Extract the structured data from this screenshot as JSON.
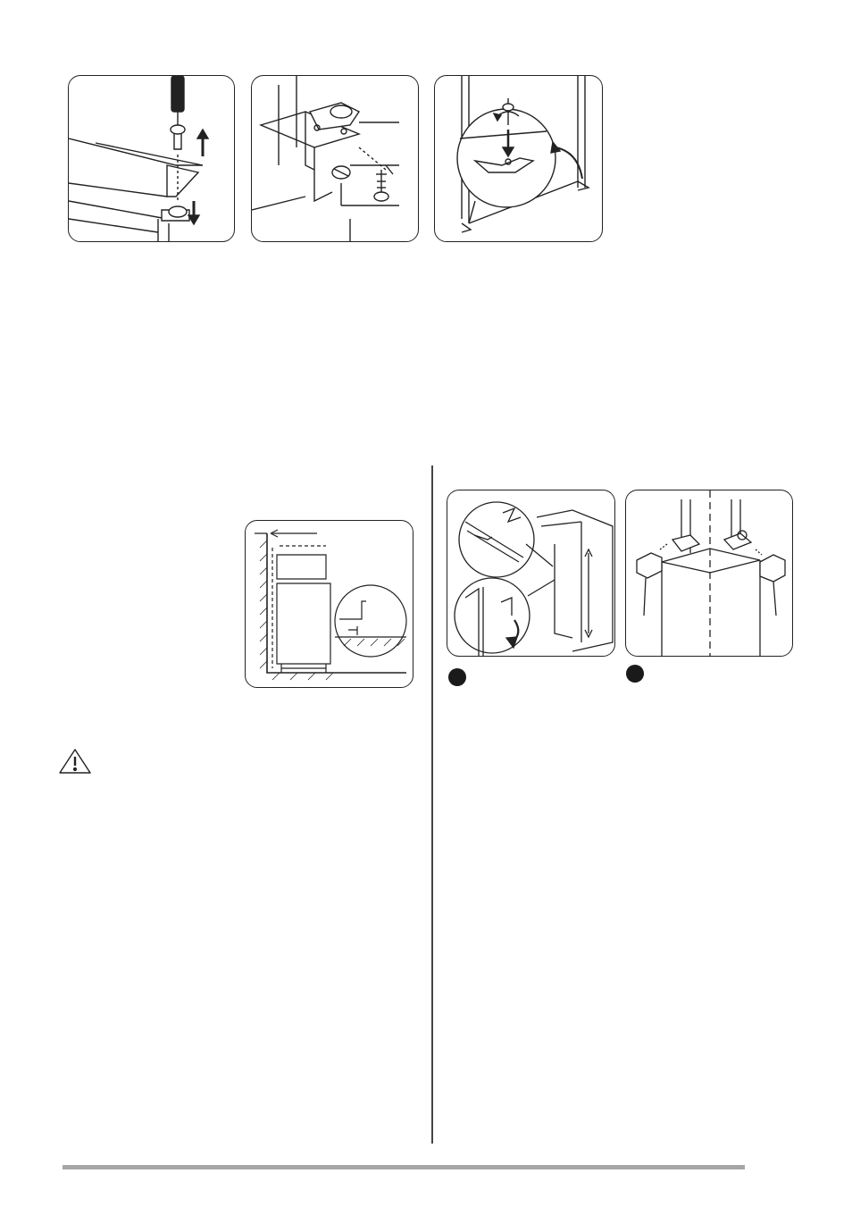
{
  "figures": {
    "top_row": [
      "hinge-screw-removal",
      "hinge-bracket-screws",
      "door-hinge-mounting"
    ],
    "bottom_left": "installation-clearance",
    "bottom_right": [
      "door-seal-adjustment",
      "hinge-cover-caps"
    ]
  },
  "icons": {
    "warning": "warning-triangle-icon",
    "step_marker": "filled-circle"
  },
  "colors": {
    "line": "#222222",
    "footer_rule": "#a6a6a6",
    "divider": "#444444"
  }
}
